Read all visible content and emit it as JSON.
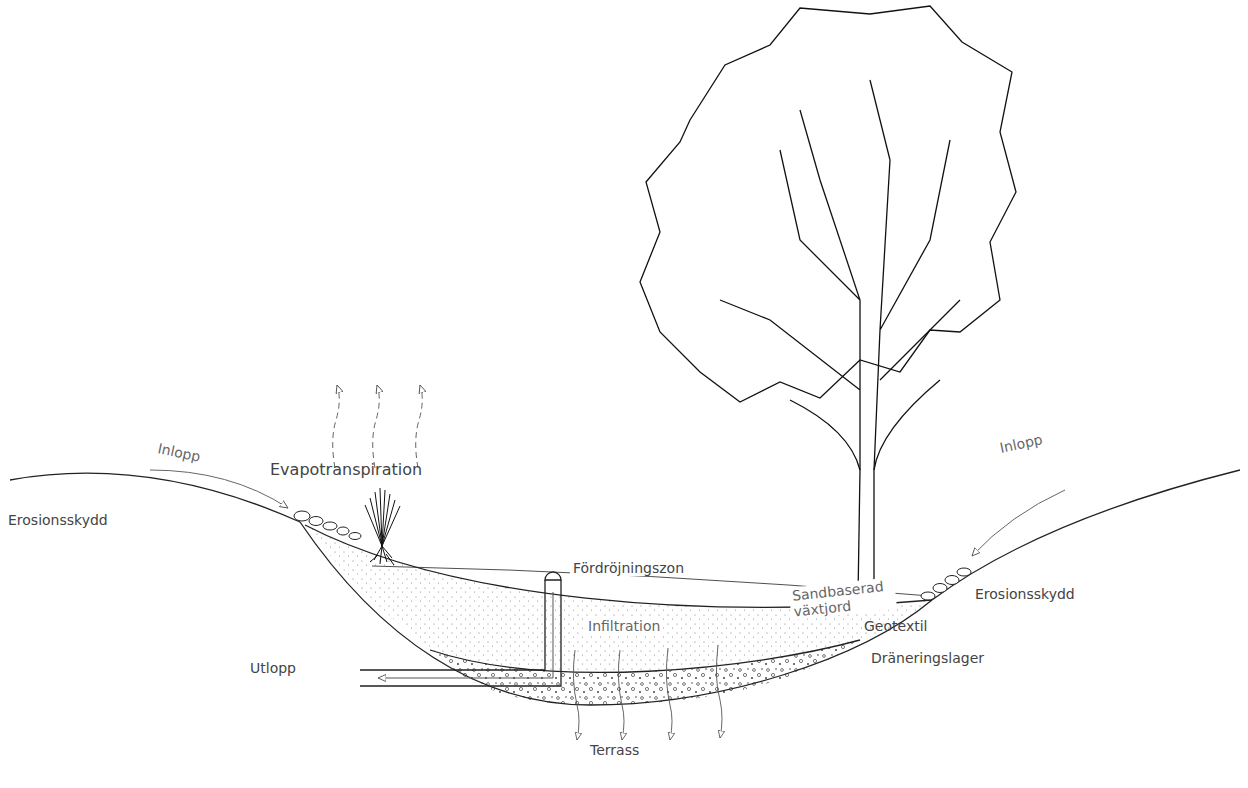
{
  "diagram": {
    "labels": [
      "Evapotranspiration",
      "Inlopp",
      "Inlopp",
      "Erosionsskydd",
      "Erosionsskydd",
      "Fördröjningszon",
      "Sandbaserad växtjord",
      "Infiltration",
      "Geotextil",
      "Utlopp",
      "Dräneringslager",
      "Terrass"
    ]
  }
}
